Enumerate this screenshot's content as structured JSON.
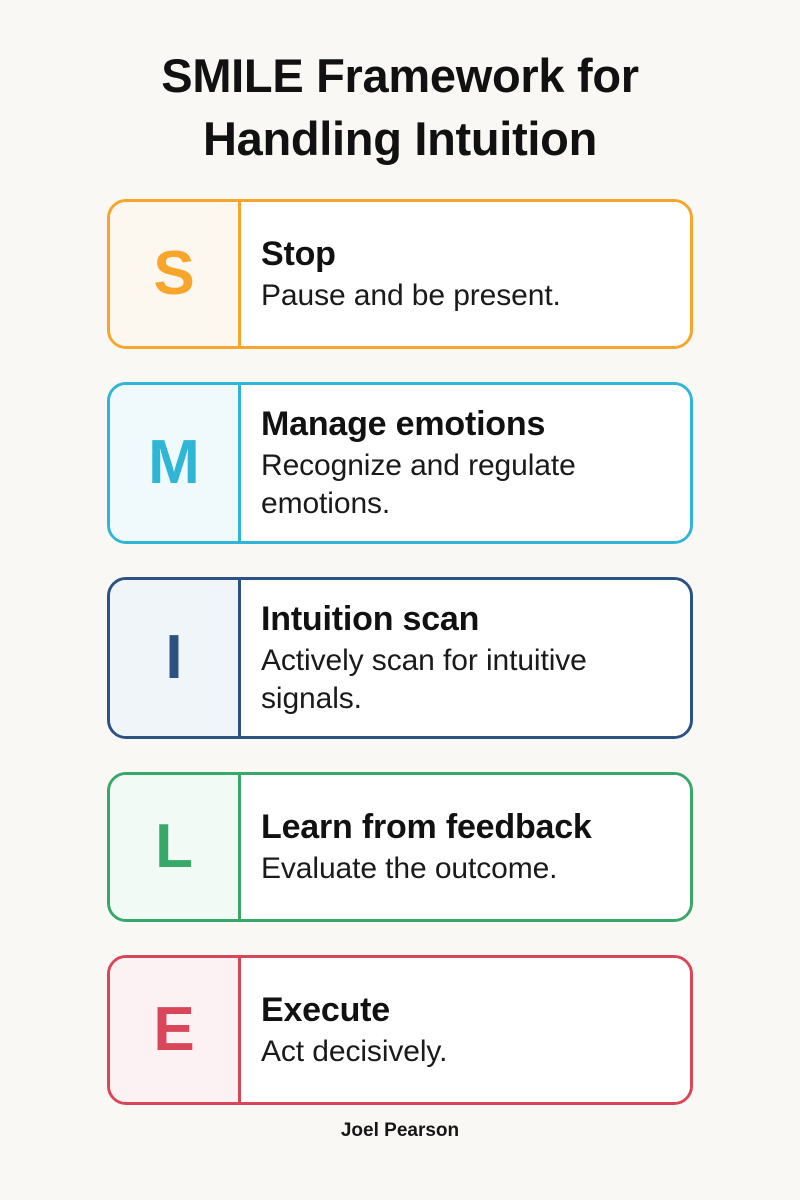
{
  "page": {
    "background_color": "#faf8f4",
    "title_lines": [
      "SMILE Framework for",
      "Handling Intuition"
    ],
    "footer_credit": "Joel Pearson"
  },
  "cards": [
    {
      "letter": "S",
      "heading": "Stop",
      "description": "Pause and be present.",
      "accent_color": "#f7a52b",
      "tint_color": "#fdf8ef"
    },
    {
      "letter": "M",
      "heading": "Manage emotions",
      "description": "Recognize and regulate emotions.",
      "accent_color": "#2fb6d6",
      "tint_color": "#f0fafc"
    },
    {
      "letter": "I",
      "heading": "Intuition scan",
      "description": "Actively scan for intuitive signals.",
      "accent_color": "#2b5283",
      "tint_color": "#f0f5fa"
    },
    {
      "letter": "L",
      "heading": "Learn from feedback",
      "description": "Evaluate the outcome.",
      "accent_color": "#37a868",
      "tint_color": "#f2faf5"
    },
    {
      "letter": "E",
      "heading": "Execute",
      "description": "Act decisively.",
      "accent_color": "#da4659",
      "tint_color": "#fdf2f3"
    }
  ]
}
